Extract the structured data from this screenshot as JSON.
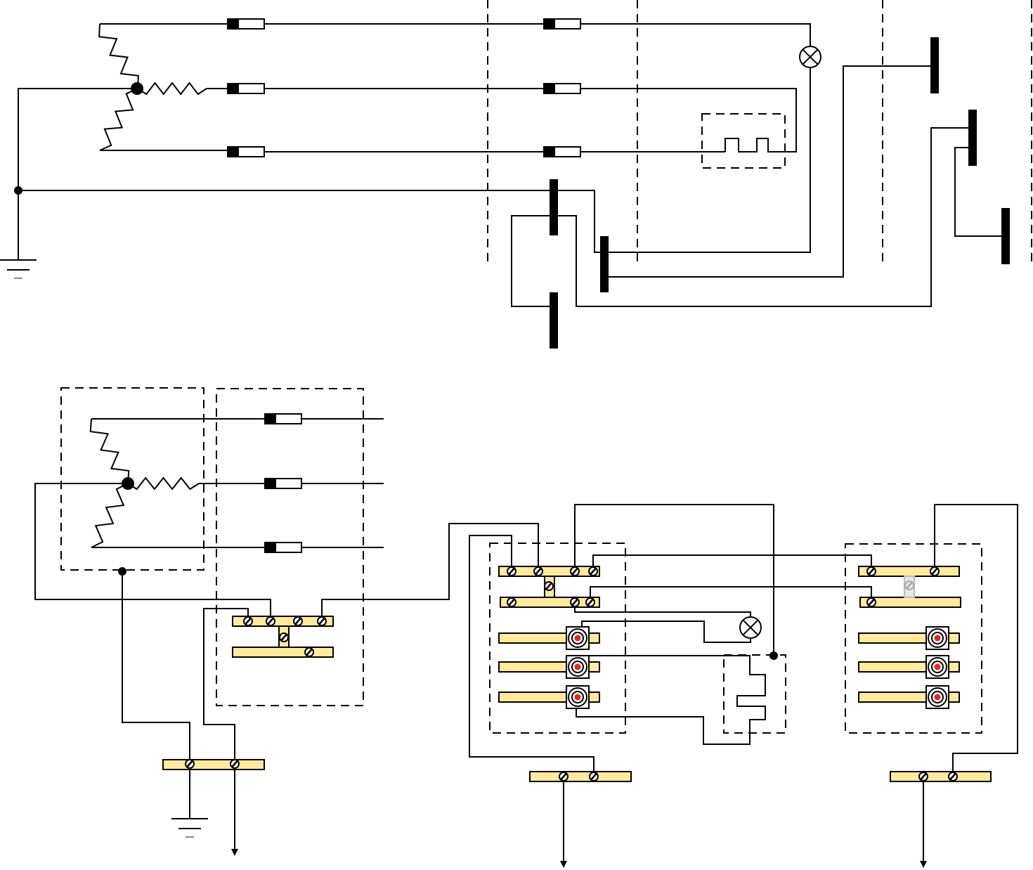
{
  "diagram": {
    "title": "",
    "colors": {
      "wire": "#000000",
      "busbar": "#FFEB99",
      "busbar_disabled": "#E6E6E6",
      "fuse_body": "#FFFFFF",
      "fuse_cap": "#000000",
      "indicator_dot": "#EE2222",
      "background": "#FFFFFF"
    },
    "upper_schematic": {
      "sources": [
        {
          "type": "wye-transformer",
          "phases": 3,
          "neutral": "bonded"
        }
      ],
      "fuses": {
        "rows": 3,
        "per_row": 2
      },
      "lamps": 1,
      "heater_elements": 1,
      "contact_bars": 6,
      "grounds": 1,
      "dashed_partitions": 4
    },
    "lower_schematic": {
      "sources": [
        {
          "type": "wye-transformer",
          "phases": 3
        }
      ],
      "fuses": 3,
      "terminal_blocks": [
        {
          "id": "left-panel",
          "bars": 2,
          "screws": 6,
          "jumper": true
        },
        {
          "id": "center-panel",
          "bars": 2,
          "screws": 7,
          "jumper": true,
          "plug_terminals": 3
        },
        {
          "id": "right-panel",
          "bars": 2,
          "screws": 3,
          "jumper": "disabled",
          "plug_terminals": 3
        }
      ],
      "ground_bars": 3,
      "outgoing_arrows": 3,
      "lamps": 1,
      "grounds": 1
    }
  }
}
